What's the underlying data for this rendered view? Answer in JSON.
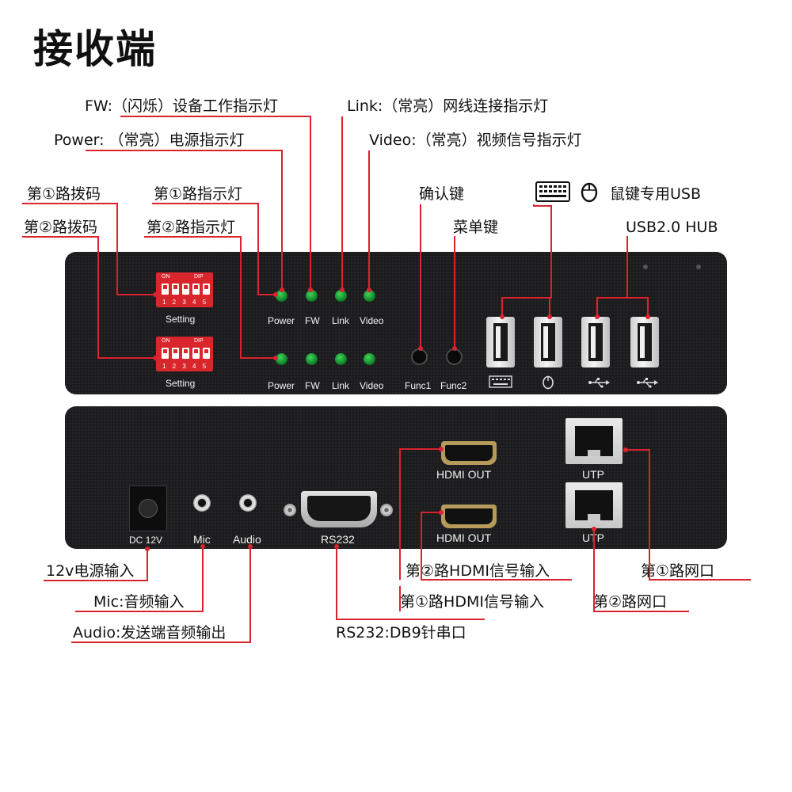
{
  "title": "接收端",
  "callouts": {
    "fw": "FW:（闪烁）设备工作指示灯",
    "link": "Link:（常亮）网线连接指示灯",
    "power": "Power: （常亮）电源指示灯",
    "video": "Video:（常亮）视频信号指示灯",
    "dip1": "第①路拨码",
    "dip2": "第②路拨码",
    "led1": "第①路指示灯",
    "led2": "第②路指示灯",
    "confirm": "确认键",
    "menu": "菜单键",
    "kbm_usb": "鼠键专用USB",
    "usb_hub": "USB2.0 HUB",
    "dc": "12v电源输入",
    "mic": "Mic:音频输入",
    "audio": "Audio:发送端音频输出",
    "rs232": "RS232:DB9针串口",
    "hdmi2": "第②路HDMI信号输入",
    "hdmi1": "第①路HDMI信号输入",
    "net1": "第①路网口",
    "net2": "第②路网口"
  },
  "front": {
    "dip_on": "ON",
    "dip_dip": "DIP",
    "dip_nums": "1 2 3 4 5",
    "setting": "Setting",
    "led_power": "Power",
    "led_fw": "FW",
    "led_link": "Link",
    "led_video": "Video",
    "func1": "Func1",
    "func2": "Func2"
  },
  "rear": {
    "dc": "DC 12V",
    "mic": "Mic",
    "audio": "Audio",
    "rs232": "RS232",
    "hdmi_out": "HDMI OUT",
    "utp": "UTP"
  },
  "colors": {
    "callout_line": "#d9232d",
    "panel": "#1c1c1e",
    "led": "#1fa83a",
    "dip": "#d8262c"
  },
  "icons": [
    "keyboard-icon",
    "mouse-icon",
    "usb-icon"
  ]
}
